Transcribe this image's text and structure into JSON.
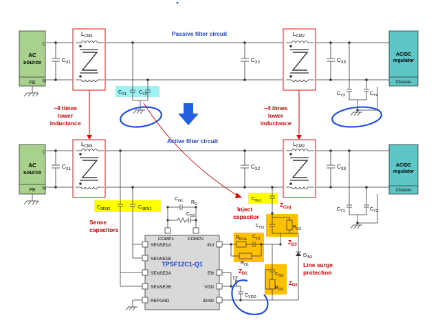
{
  "top": {
    "title": "Passive filter circuit",
    "ac_source": [
      "AC",
      "source"
    ],
    "line_l": "L",
    "line_n": "N",
    "pe": "PE",
    "cx1": "C",
    "cx1_sub": "X1",
    "lcm1": "L",
    "lcm1_sub": "CM1",
    "cx2": "C",
    "cx2_sub": "X2",
    "lcm2": "L",
    "lcm2_sub": "CM2",
    "cx3": "C",
    "cx3_sub": "X3",
    "cy1": "C",
    "cy1_sub": "Y1",
    "cy2": "C",
    "cy2_sub": "Y2",
    "cy3": "C",
    "cy3_sub": "Y3",
    "cy4": "C",
    "cy4_sub": "Y4",
    "regulator": [
      "AC/DC",
      "regulator"
    ],
    "chassis": "Chassis"
  },
  "notes": {
    "lower_left": [
      "~4 times",
      "lower",
      "inductance"
    ],
    "lower_right": [
      "~4 times",
      "lower",
      "inductance"
    ]
  },
  "bottom": {
    "title": "Active filter circuit",
    "ac_source": [
      "AC",
      "source"
    ],
    "line_l": "L",
    "line_n": "N",
    "pe": "PE",
    "cx1": "C",
    "cx1_sub": "X1",
    "lcm1": "L",
    "lcm1_sub": "CM1",
    "cx2": "C",
    "cx2_sub": "X2",
    "lcm2": "L",
    "lcm2_sub": "CM2",
    "cx3": "C",
    "cx3_sub": "X3",
    "cy1": "C",
    "cy1_sub": "Y1",
    "cy2": "C",
    "cy2_sub": "Y2",
    "regulator": [
      "AC/DC",
      "regulator"
    ],
    "chassis": "Chassis",
    "csen2": "C",
    "csen2_sub": "SEN2",
    "csen1": "C",
    "csen1_sub": "SEN1",
    "sense_caps": [
      "Sense",
      "capacitors"
    ],
    "cinj": "C",
    "cinj_sub": "INJ",
    "zcinj": "Z",
    "zcinj_sub": "Cinj",
    "inject_cap": [
      "Inject",
      "capacitor"
    ],
    "cg1": "C",
    "cg1_sub": "G1",
    "rg": "R",
    "rg_sub": "G",
    "cg2": "C",
    "cg2_sub": "G2",
    "cd3": "C",
    "cd3_sub": "D3",
    "rd3": "R",
    "rd3_sub": "D3",
    "zd3": "Z",
    "zd3_sub": "D3",
    "rd1a": "R",
    "rd1a_sub": "D1A",
    "cd1": "C",
    "cd1_sub": "D1",
    "rd1": "R",
    "rd1_sub": "D1",
    "zd1": "Z",
    "zd1_sub": "D1",
    "cd2": "C",
    "cd2_sub": "D2",
    "rd2": "R",
    "rd2_sub": "D2",
    "zd2": "Z",
    "zd2_sub": "D2",
    "dinj": "D",
    "dinj_sub": "INJ",
    "line_surge": [
      "Line surge",
      "protection"
    ],
    "v12": "12",
    "cvdd": "C",
    "cvdd_sub": "VDD"
  },
  "ic": {
    "name": "TPSF12C1-Q1",
    "pins": {
      "sense1a": "SENSE1A",
      "sense1b": "SENSE1B",
      "sense2a": "SENSE2A",
      "sense2b": "SENSE2B",
      "refgnd": "REFGND",
      "comp1": "COMP1",
      "comp2": "COMP2",
      "inj": "INJ",
      "en": "EN",
      "vdd": "VDD",
      "ignd": "IGND"
    }
  },
  "colors": {
    "source_fill": "#a9d18e",
    "regulator_fill": "#5ec6c6",
    "choke_box": "#e53935",
    "label_red": "#e00000",
    "label_blue": "#1a3fd6",
    "highlight_yellow": "#ffff00",
    "highlight_cyan": "#9ff0f0",
    "highlight_orange": "#ffc000",
    "ic_fill": "#d9d9d9",
    "arrow_blue": "#1f5fe0",
    "circle_blue": "#1f4fe0"
  }
}
